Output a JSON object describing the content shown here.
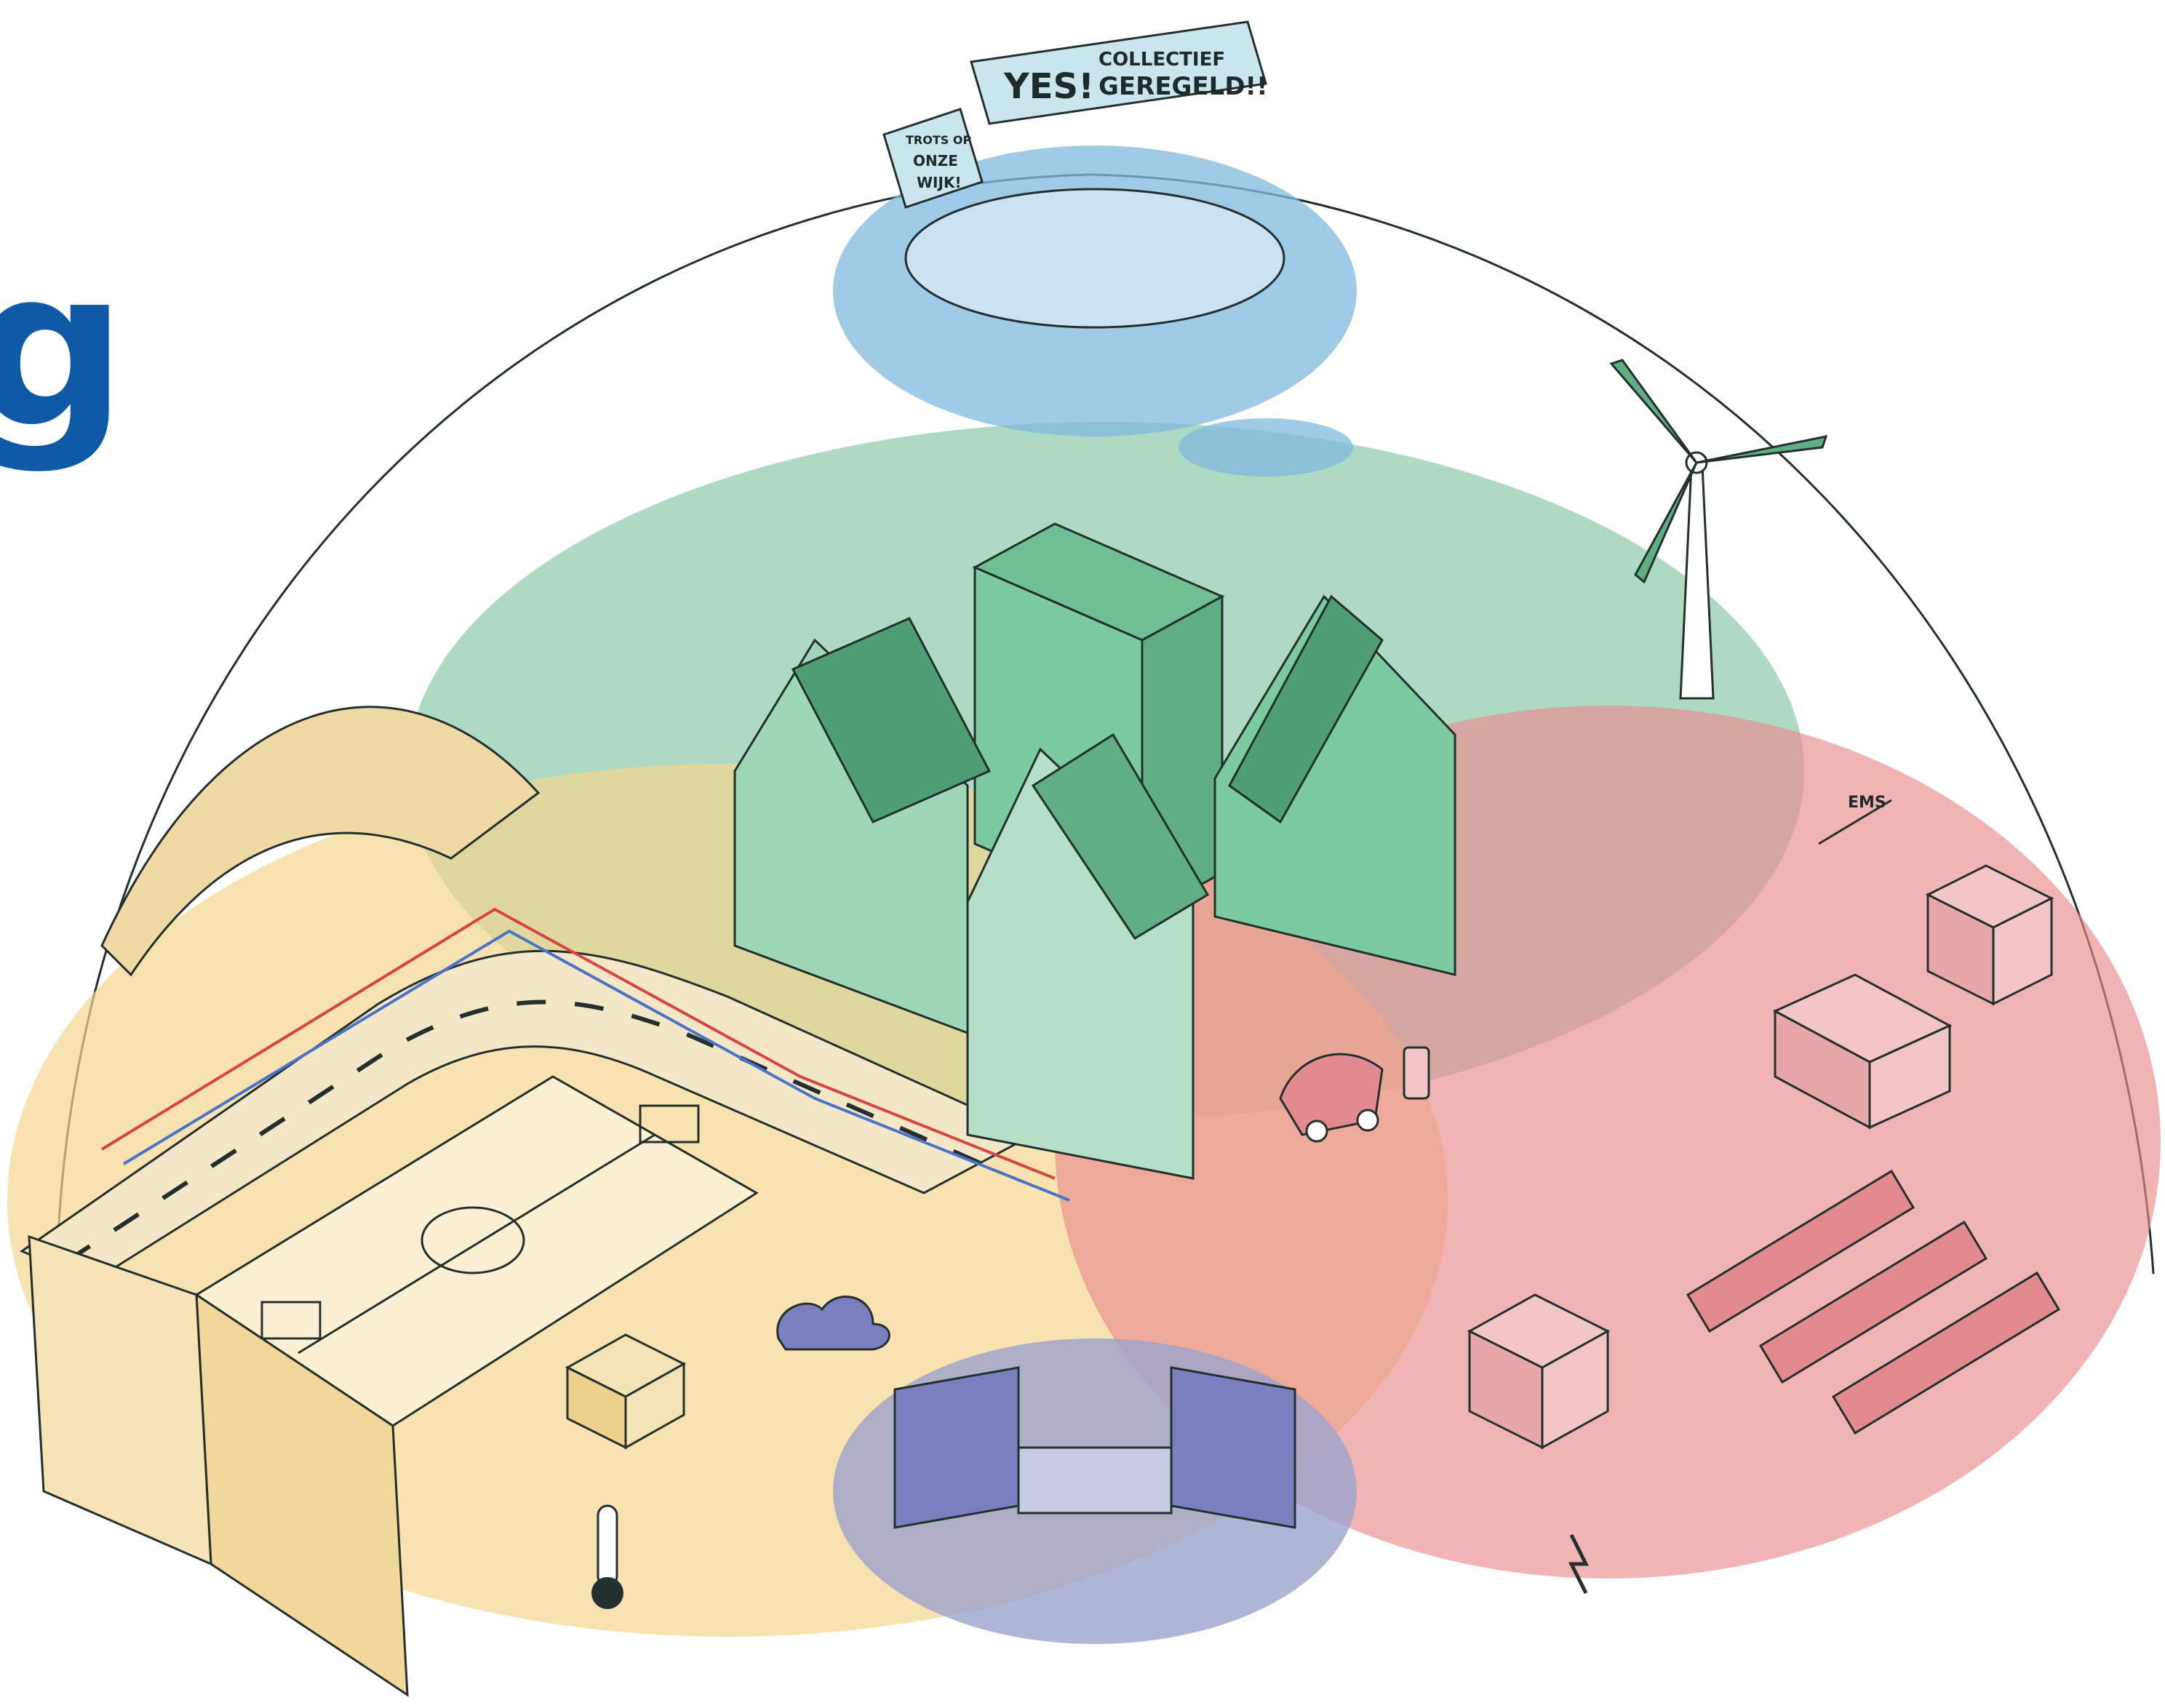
{
  "headline_fragment": "g",
  "banner": {
    "line1": "YES!",
    "line2": "COLLECTIEF",
    "line3": "GEREGELD!!"
  },
  "sign": {
    "line1": "TROTS OP",
    "line2": "ONZE",
    "line3": "WIJK!"
  },
  "meter_label": "EMS",
  "zones": [
    {
      "name": "community",
      "color": "#7fb9de"
    },
    {
      "name": "buildings",
      "color": "#8ccaa9"
    },
    {
      "name": "heat-water",
      "color": "#f3d58f"
    },
    {
      "name": "electricity",
      "color": "#e98c8e"
    },
    {
      "name": "data",
      "color": "#9ba2cc"
    }
  ],
  "icons": [
    "wind-turbine-icon",
    "solar-panel-icon",
    "battery-icon",
    "inverter-icon",
    "thermometer-icon",
    "cloud-data-icon",
    "electric-car-icon",
    "charging-station-icon",
    "football-field-icon",
    "lightning-icon"
  ]
}
